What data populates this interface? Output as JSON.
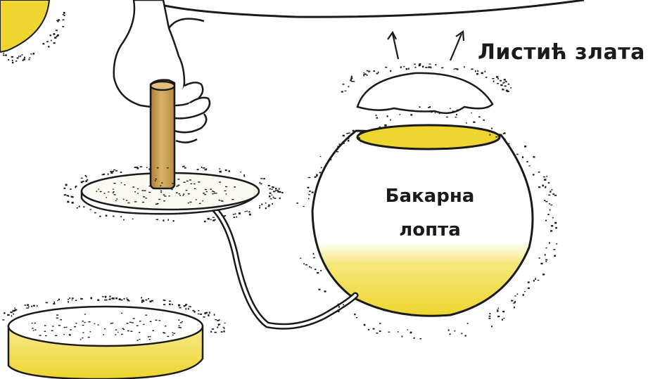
{
  "labels": {
    "gold_leaves": "Листић злата",
    "copper_ball_line1": "Бакарна",
    "copper_ball_line2": "лопта"
  },
  "colors": {
    "yellow_fill": "#f1dc3c",
    "pale_yellow": "#fbf3b0",
    "outline": "#1a1a1a",
    "rod": "#c9a255",
    "charge_dots": "#1a1a1a"
  }
}
